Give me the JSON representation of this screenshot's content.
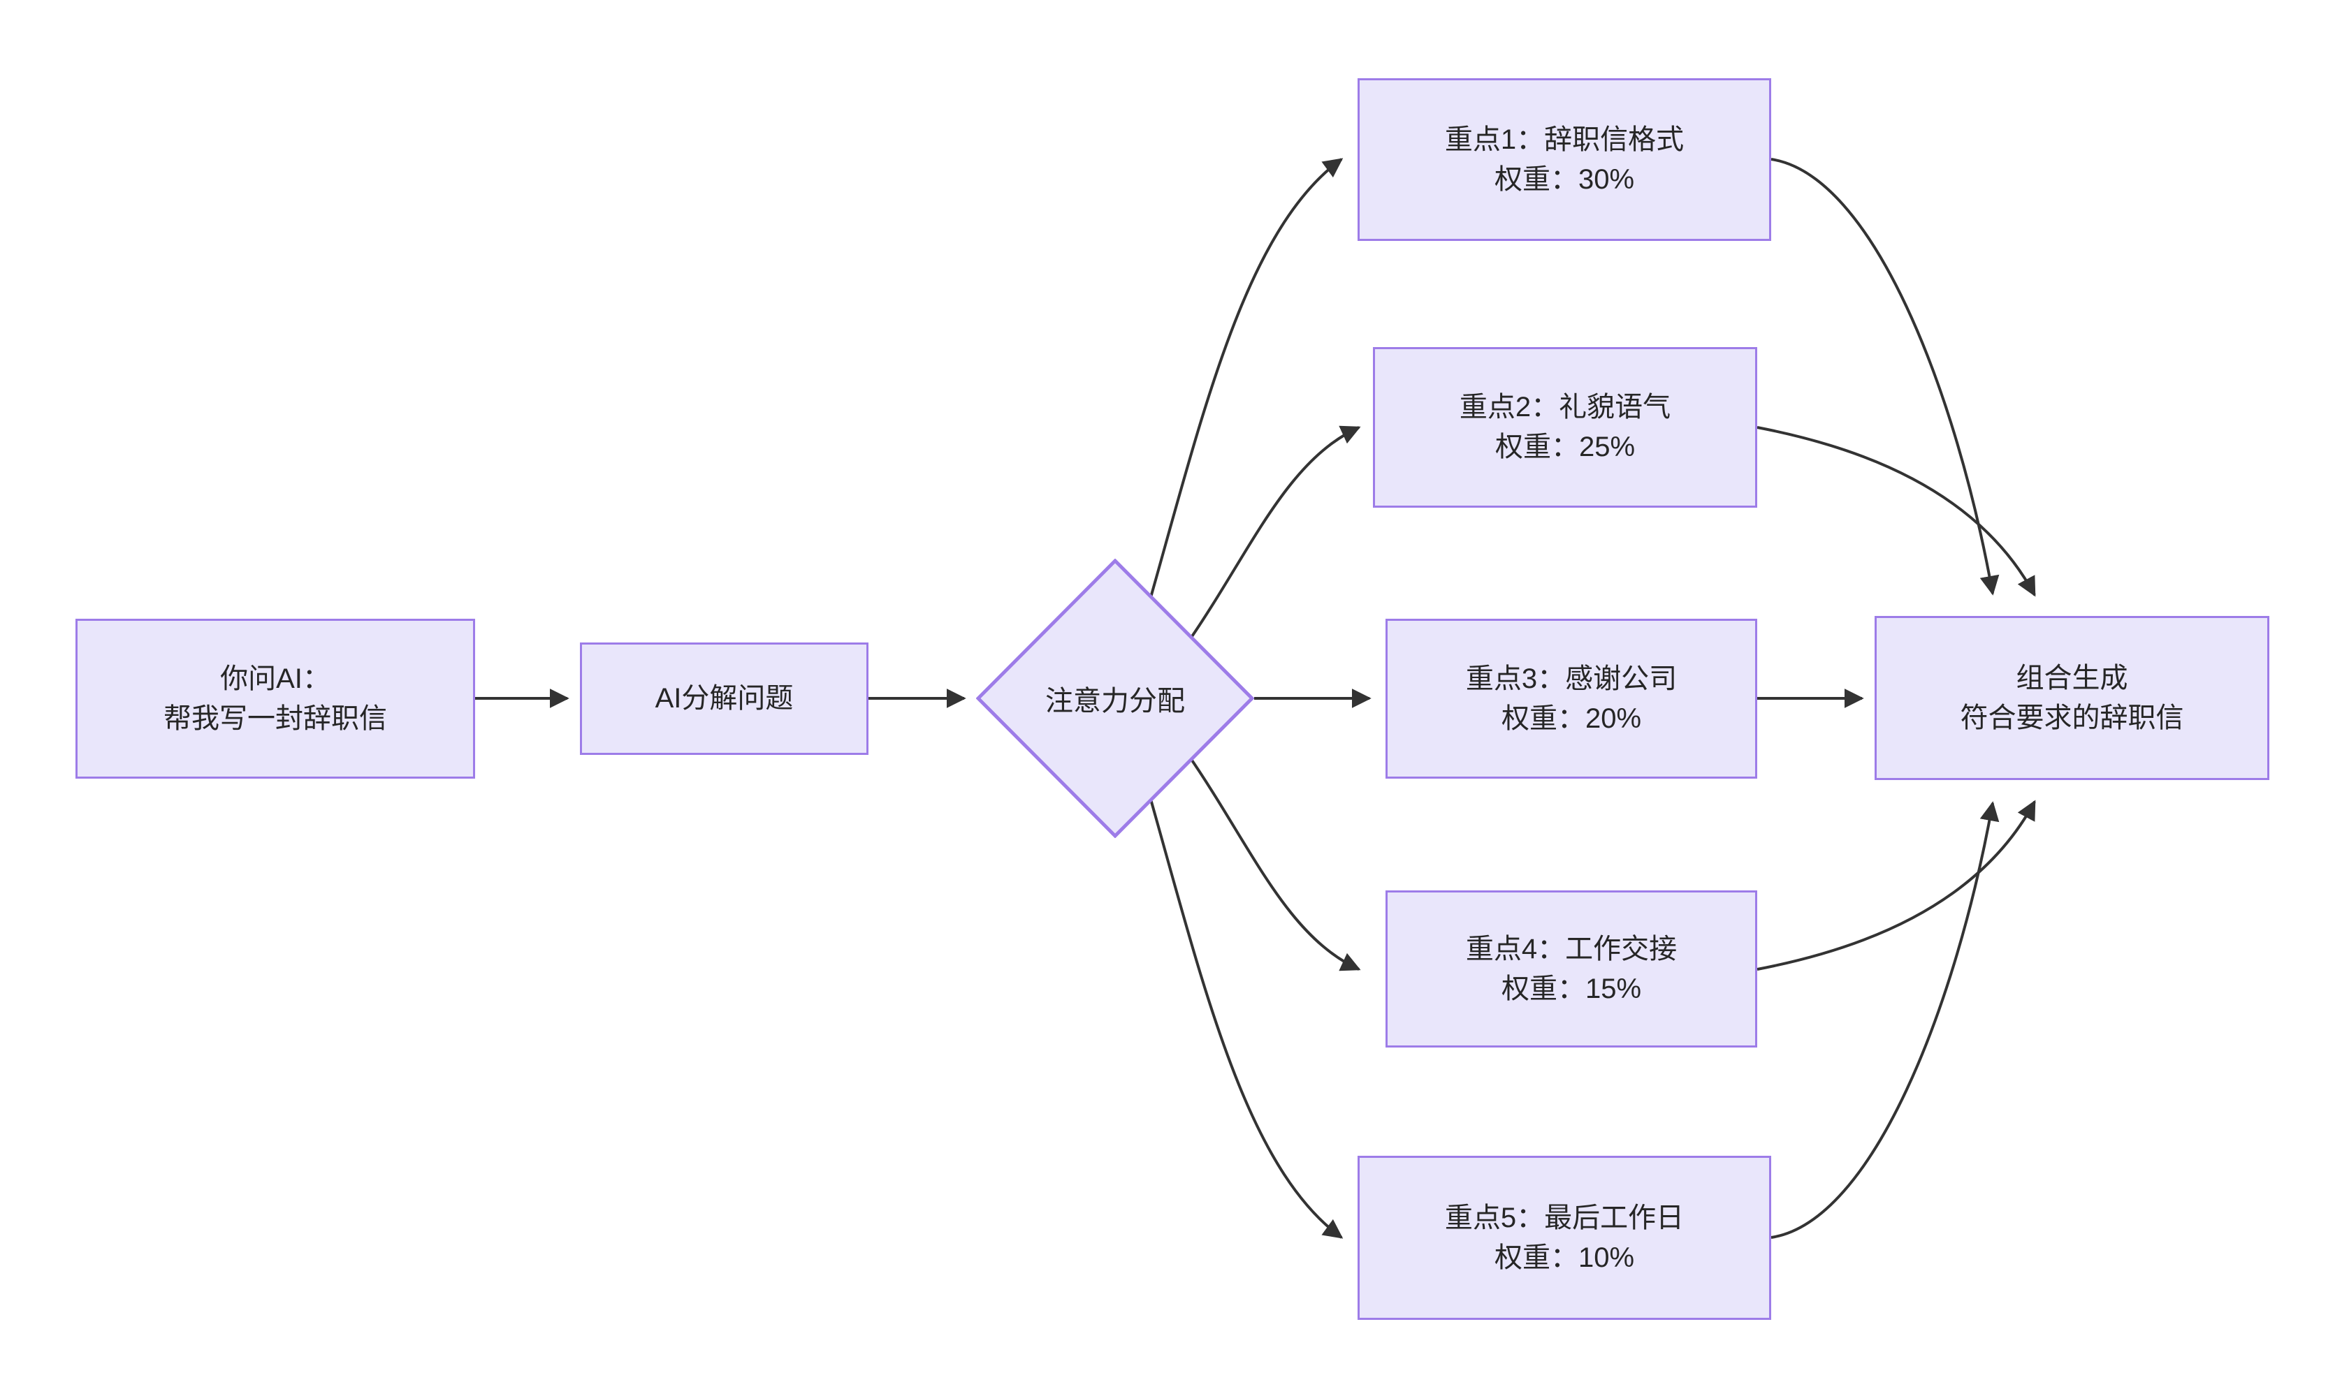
{
  "diagram": {
    "type": "flowchart",
    "direction": "left-to-right",
    "background_color": "#ffffff",
    "node_fill_color": "#e9e6fb",
    "node_border_color": "#9d7ce8",
    "edge_color": "#333333",
    "text_color": "#262626"
  },
  "nodes": {
    "user_prompt": {
      "line1": "你问AI：",
      "line2": "帮我写一封辞职信"
    },
    "decompose": {
      "label": "AI分解问题"
    },
    "attention": {
      "label": "注意力分配"
    },
    "focus_points": [
      {
        "title": "重点1：辞职信格式",
        "weight": "权重：30%",
        "weight_value": 30
      },
      {
        "title": "重点2：礼貌语气",
        "weight": "权重：25%",
        "weight_value": 25
      },
      {
        "title": "重点3：感谢公司",
        "weight": "权重：20%",
        "weight_value": 20
      },
      {
        "title": "重点4：工作交接",
        "weight": "权重：15%",
        "weight_value": 15
      },
      {
        "title": "重点5：最后工作日",
        "weight": "权重：10%",
        "weight_value": 10
      }
    ],
    "combine": {
      "line1": "组合生成",
      "line2": "符合要求的辞职信"
    }
  }
}
